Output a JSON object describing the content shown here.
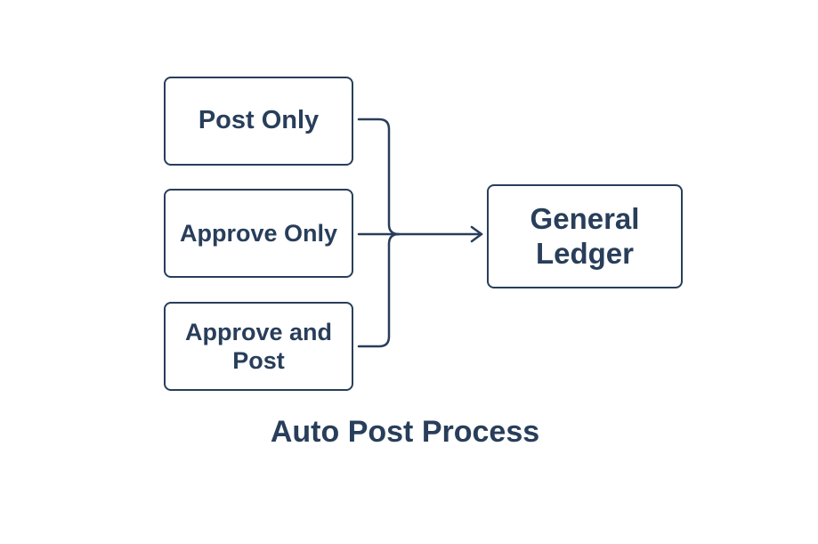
{
  "title": "Auto Post Process",
  "sources": [
    {
      "label": "Post Only"
    },
    {
      "label": "Approve Only"
    },
    {
      "label": "Approve and Post"
    }
  ],
  "target": {
    "label": "General Ledger"
  },
  "colors": {
    "stroke": "#283e5a",
    "text": "#283e5a",
    "background": "#ffffff"
  }
}
